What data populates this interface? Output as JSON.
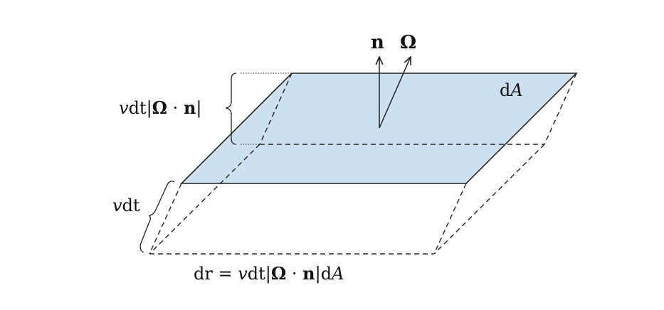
{
  "colors": {
    "surface_fill": "#cde0f1",
    "line": "#222222",
    "background": "#ffffff"
  },
  "labels": {
    "normal": "n",
    "direction": "Ω",
    "area": {
      "prefix": "d",
      "var": "A"
    },
    "upper_height": {
      "v": "v",
      "dt": "dt",
      "abs_open": "|",
      "omega": "Ω",
      "dot": " · ",
      "n": "n",
      "abs_close": "|"
    },
    "lower_height": {
      "v": "v",
      "dt": "dt"
    },
    "equation": {
      "dr": "dr",
      "eq": " = ",
      "v": "v",
      "dt": "dt",
      "abs_open": "|",
      "omega": "Ω",
      "dot": " · ",
      "n": "n",
      "abs_close": "|",
      "d": "d",
      "A": "A"
    }
  }
}
